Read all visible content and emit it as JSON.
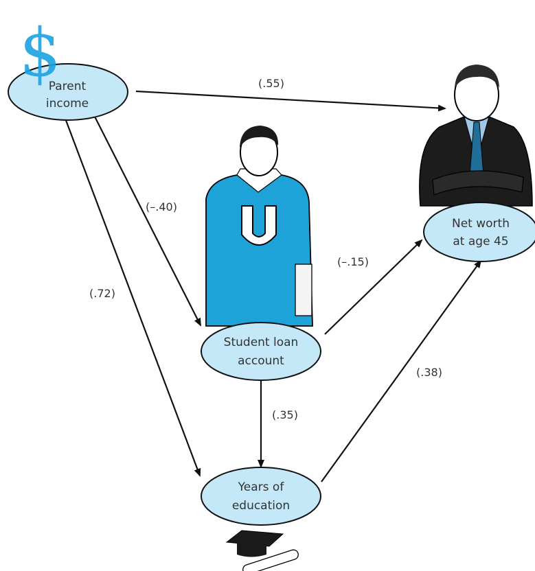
{
  "decoration": {
    "dollar_sign": "$"
  },
  "nodes": {
    "parent_income": {
      "line1": "Parent",
      "line2": "income"
    },
    "student_loan": {
      "line1": "Student loan",
      "line2": "account"
    },
    "years_education": {
      "line1": "Years of",
      "line2": "education"
    },
    "net_worth": {
      "line1": "Net worth",
      "line2": "at age 45"
    }
  },
  "edges": {
    "parent_to_networth": "(.55)",
    "parent_to_loan": "(–.40)",
    "parent_to_education": "(.72)",
    "loan_to_networth": "(–.15)",
    "loan_to_education": "(.35)",
    "education_to_networth": "(.38)"
  },
  "illustrations": {
    "student": {
      "letter": "U"
    }
  }
}
